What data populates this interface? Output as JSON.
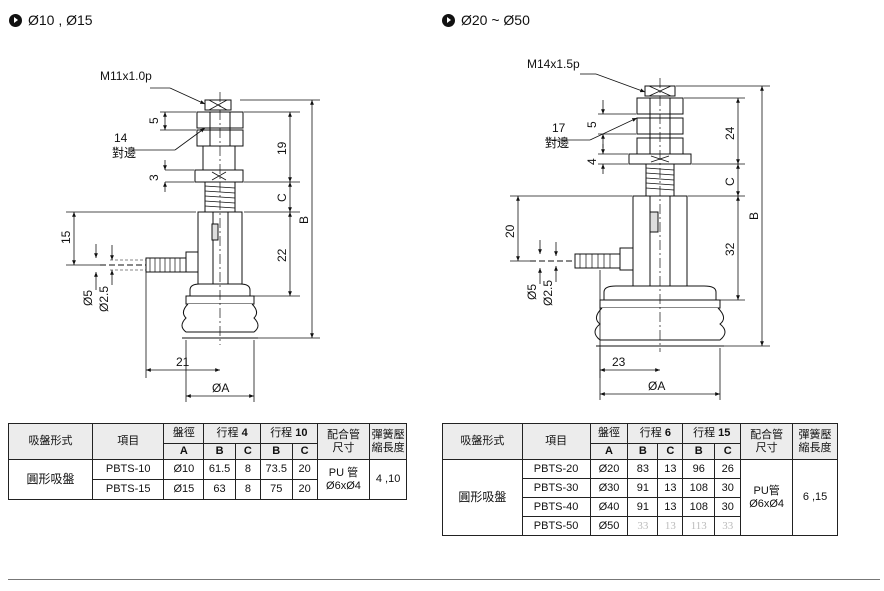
{
  "headers": {
    "left": "Ø10 , Ø15",
    "right": "Ø20 ~ Ø50"
  },
  "drawing_left": {
    "thread": "M11x1.0p",
    "nut_size": "14",
    "across_flats": "對邊",
    "dim_5": "5",
    "dim_3": "3",
    "dim_19": "19",
    "dim_C": "C",
    "dim_B": "B",
    "dim_22": "22",
    "dim_15": "15",
    "dim_phi5": "Ø5",
    "dim_phi25": "Ø2.5",
    "dim_21": "21",
    "dim_phiA": "ØA"
  },
  "drawing_right": {
    "thread": "M14x1.5p",
    "nut_size": "17",
    "across_flats": "對邊",
    "dim_5": "5",
    "dim_4": "4",
    "dim_24": "24",
    "dim_C": "C",
    "dim_B": "B",
    "dim_32": "32",
    "dim_20": "20",
    "dim_phi5": "Ø5",
    "dim_phi25": "Ø2.5",
    "dim_23": "23",
    "dim_phiA": "ØA"
  },
  "table_left": {
    "h_type": "吸盤形式",
    "h_item": "項目",
    "h_dia": "盤徑",
    "h_stroke": "行程",
    "stroke1": "4",
    "stroke2": "10",
    "h_fit_1": "配合管",
    "h_fit_2": "尺寸",
    "h_spring_1": "彈簧壓",
    "h_spring_2": "縮長度",
    "s_A": "A",
    "s_B": "B",
    "s_C": "C",
    "s_B2": "B",
    "s_C2": "C",
    "type": "圓形吸盤",
    "fit_1": "PU 管",
    "fit_2": "Ø6xØ4",
    "spring": "4 ,10",
    "rows": [
      {
        "item": "PBTS-10",
        "A": "Ø10",
        "B1": "61.5",
        "C1": "8",
        "B2": "73.5",
        "C2": "20"
      },
      {
        "item": "PBTS-15",
        "A": "Ø15",
        "B1": "63",
        "C1": "8",
        "B2": "75",
        "C2": "20"
      }
    ]
  },
  "table_right": {
    "h_type": "吸盤形式",
    "h_item": "項目",
    "h_dia": "盤徑",
    "h_stroke": "行程",
    "stroke1": "6",
    "stroke2": "15",
    "h_fit_1": "配合管",
    "h_fit_2": "尺寸",
    "h_spring_1": "彈簧壓",
    "h_spring_2": "縮長度",
    "s_A": "A",
    "s_B": "B",
    "s_C": "C",
    "s_B2": "B",
    "s_C2": "C",
    "type": "圓形吸盤",
    "fit_1": "PU管",
    "fit_2": "Ø6xØ4",
    "spring": "6 ,15",
    "rows": [
      {
        "item": "PBTS-20",
        "A": "Ø20",
        "B1": "83",
        "C1": "13",
        "B2": "96",
        "C2": "26"
      },
      {
        "item": "PBTS-30",
        "A": "Ø30",
        "B1": "91",
        "C1": "13",
        "B2": "108",
        "C2": "30"
      },
      {
        "item": "PBTS-40",
        "A": "Ø40",
        "B1": "91",
        "C1": "13",
        "B2": "108",
        "C2": "30"
      },
      {
        "item": "PBTS-50",
        "A": "Ø50",
        "B1": "33",
        "C1": "13",
        "B2": "113",
        "C2": "33"
      }
    ]
  }
}
